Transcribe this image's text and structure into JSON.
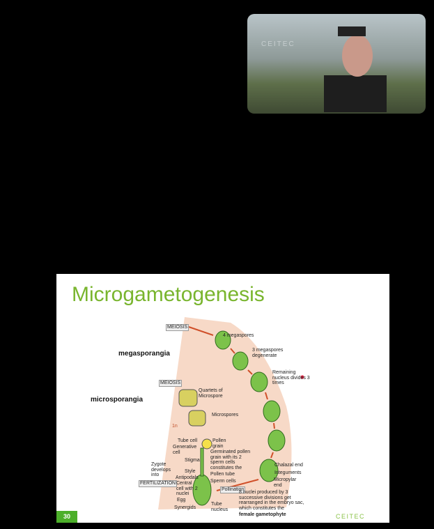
{
  "video": {
    "background_text": "CEITEC"
  },
  "slide": {
    "title": "Microgametogenesis",
    "page_number": "30",
    "logo": "CEITEC",
    "labels": {
      "meiosis1": "MEIOSIS",
      "four_megaspores": "4 megaspores",
      "megasporangia": "megasporangia",
      "three_megaspores": "3 megaspores degenerate",
      "remaining": "Remaining nucleus divides 3 times",
      "meiosis2": "MEIOSIS",
      "quartets": "Quartets of Microspore",
      "microsporangia": "microsporangia",
      "microspores": "Microspores",
      "one_n": "1n",
      "tube_cell": "Tube cell",
      "generative": "Generative cell",
      "pollen_grain": "Pollen grain",
      "germinated": "Germinated pollen grain with its 2 sperm cells constitutes the",
      "stigma": "Stigma",
      "zygote": "Zygote develops into",
      "style": "Style",
      "pollen_tube": "Pollen tube",
      "antipodals": "Antipodals",
      "sperm_cells": "Sperm cells",
      "fertilization": "FERTILIZATION",
      "central": "Central cell with 2 nuclei",
      "pollination": "Pollination",
      "egg": "Egg",
      "synergids": "Synergids",
      "tube_nucleus": "Tube nucleus",
      "chalazal": "Chalazal end",
      "integuments": "Integuments",
      "micropylar": "Micropylar end",
      "eight_nuclei": "8 nuclei produced by 3 successive divisions get rearranged in the embryo sac, which constitutes the",
      "female": "female gametophyte"
    }
  }
}
